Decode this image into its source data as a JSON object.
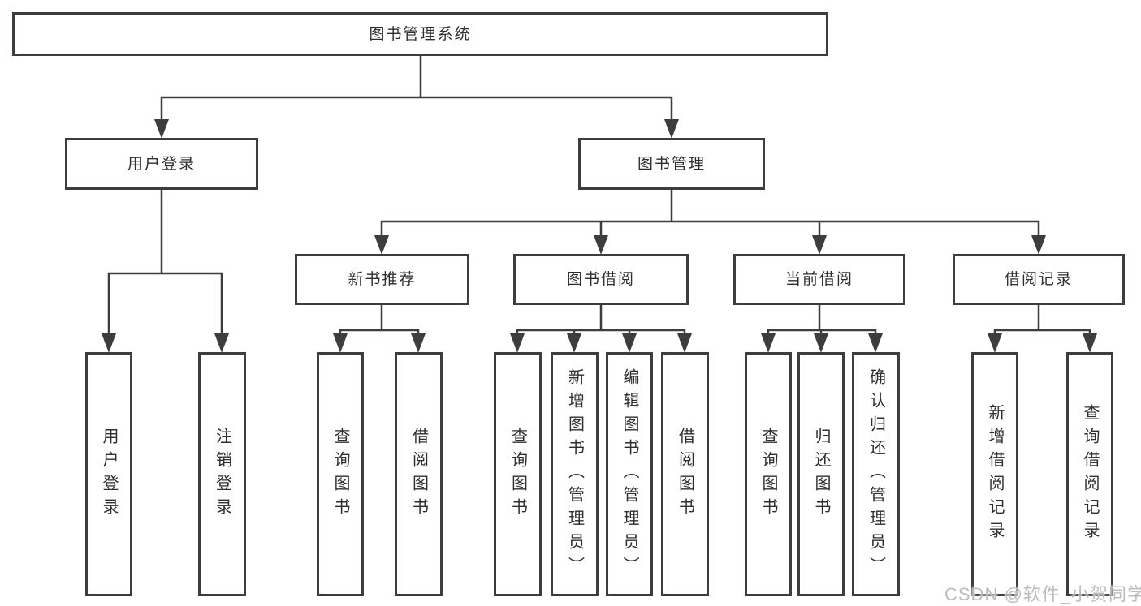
{
  "colors": {
    "line": "#3d3d3d",
    "text": "#2e2e2e",
    "box_fill": "#ffffff",
    "watermark": "#b8b8b8"
  },
  "tree": {
    "root": "图书管理系统",
    "branches": [
      {
        "label": "用户登录",
        "leaves": [
          "用户登录",
          "注销登录"
        ]
      },
      {
        "label": "图书管理",
        "groups": [
          {
            "label": "新书推荐",
            "leaves": [
              "查询图书",
              "借阅图书"
            ]
          },
          {
            "label": "图书借阅",
            "leaves": [
              "查询图书",
              "新增图书（管理员）",
              "编辑图书（管理员）",
              "借阅图书"
            ]
          },
          {
            "label": "当前借阅",
            "leaves": [
              "查询图书",
              "归还图书",
              "确认归还（管理员）"
            ]
          },
          {
            "label": "借阅记录",
            "leaves": [
              "新增借阅记录",
              "查询借阅记录"
            ]
          }
        ]
      }
    ]
  },
  "watermark": {
    "text": "CSDN @软件_小贺同学"
  }
}
